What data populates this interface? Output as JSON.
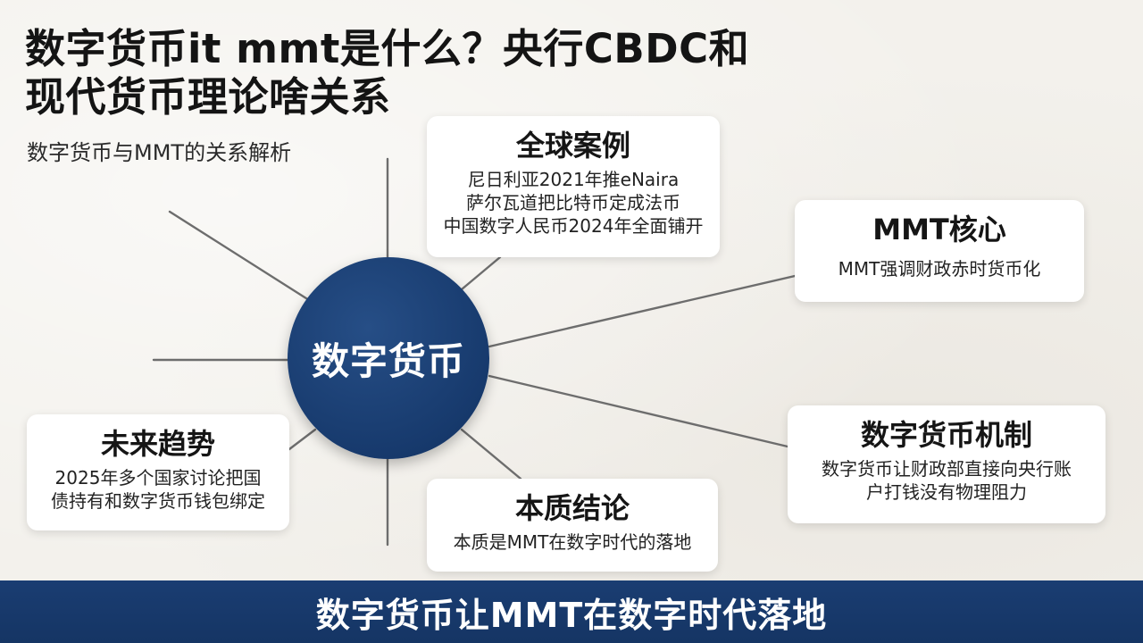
{
  "title": {
    "line1": "数字货币it mmt是什么？央行CBDC和",
    "line2": "现代货币理论啥关系"
  },
  "subtitle": "数字货币与MMT的关系解析",
  "hub": {
    "label": "数字货币"
  },
  "cards": {
    "global": {
      "heading": "全球案例",
      "lines": [
        "尼日利亚2021年推eNaira",
        "萨尔瓦道把比特币定成法币",
        "中国数字人民币2024年全面铺开"
      ]
    },
    "mmt": {
      "heading": "MMT核心",
      "lines": [
        "MMT强调财政赤时货币化"
      ]
    },
    "mechanism": {
      "heading": "数字货币机制",
      "lines": [
        "数字货币让财政部直接向央行账",
        "户打钱没有物理阻力"
      ]
    },
    "conclusion": {
      "heading": "本质结论",
      "lines": [
        "本质是MMT在数字时代的落地"
      ]
    },
    "future": {
      "heading": "未来趋势",
      "lines": [
        "2025年多个国家讨论把国",
        "债持有和数字货币钱包绑定"
      ]
    }
  },
  "banner": "数字货币让MMT在数字时代落地",
  "colors": {
    "hub": "#1b4075",
    "banner": "#173866",
    "background": "#f3f1ec",
    "connector": "#6d6d6d"
  }
}
